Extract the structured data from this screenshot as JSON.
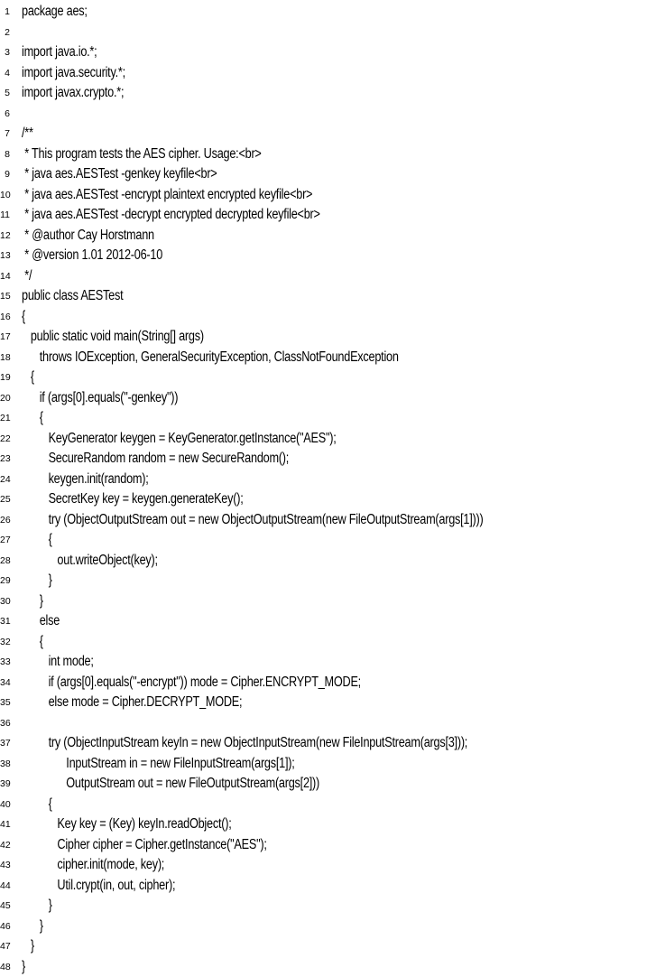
{
  "code": {
    "lines": [
      {
        "num": "1",
        "text": "package aes;"
      },
      {
        "num": "2",
        "text": ""
      },
      {
        "num": "3",
        "text": "import java.io.*;"
      },
      {
        "num": "4",
        "text": "import java.security.*;"
      },
      {
        "num": "5",
        "text": "import javax.crypto.*;"
      },
      {
        "num": "6",
        "text": ""
      },
      {
        "num": "7",
        "text": "/**"
      },
      {
        "num": "8",
        "text": " * This program tests the AES cipher. Usage:<br>"
      },
      {
        "num": "9",
        "text": " * java aes.AESTest -genkey keyfile<br>"
      },
      {
        "num": "10",
        "text": " * java aes.AESTest -encrypt plaintext encrypted keyfile<br>"
      },
      {
        "num": "11",
        "text": " * java aes.AESTest -decrypt encrypted decrypted keyfile<br>"
      },
      {
        "num": "12",
        "text": " * @author Cay Horstmann"
      },
      {
        "num": "13",
        "text": " * @version 1.01 2012-06-10"
      },
      {
        "num": "14",
        "text": " */"
      },
      {
        "num": "15",
        "text": "public class AESTest"
      },
      {
        "num": "16",
        "text": "{"
      },
      {
        "num": "17",
        "text": "   public static void main(String[] args)"
      },
      {
        "num": "18",
        "text": "      throws IOException, GeneralSecurityException, ClassNotFoundException"
      },
      {
        "num": "19",
        "text": "   {"
      },
      {
        "num": "20",
        "text": "      if (args[0].equals(\"-genkey\"))"
      },
      {
        "num": "21",
        "text": "      {"
      },
      {
        "num": "22",
        "text": "         KeyGenerator keygen = KeyGenerator.getInstance(\"AES\");"
      },
      {
        "num": "23",
        "text": "         SecureRandom random = new SecureRandom();"
      },
      {
        "num": "24",
        "text": "         keygen.init(random);"
      },
      {
        "num": "25",
        "text": "         SecretKey key = keygen.generateKey();"
      },
      {
        "num": "26",
        "text": "         try (ObjectOutputStream out = new ObjectOutputStream(new FileOutputStream(args[1])))"
      },
      {
        "num": "27",
        "text": "         {"
      },
      {
        "num": "28",
        "text": "            out.writeObject(key);"
      },
      {
        "num": "29",
        "text": "         }"
      },
      {
        "num": "30",
        "text": "      }"
      },
      {
        "num": "31",
        "text": "      else"
      },
      {
        "num": "32",
        "text": "      {"
      },
      {
        "num": "33",
        "text": "         int mode;"
      },
      {
        "num": "34",
        "text": "         if (args[0].equals(\"-encrypt\")) mode = Cipher.ENCRYPT_MODE;"
      },
      {
        "num": "35",
        "text": "         else mode = Cipher.DECRYPT_MODE;"
      },
      {
        "num": "36",
        "text": ""
      },
      {
        "num": "37",
        "text": "         try (ObjectInputStream keyIn = new ObjectInputStream(new FileInputStream(args[3]));"
      },
      {
        "num": "38",
        "text": "               InputStream in = new FileInputStream(args[1]);"
      },
      {
        "num": "39",
        "text": "               OutputStream out = new FileOutputStream(args[2]))"
      },
      {
        "num": "40",
        "text": "         {"
      },
      {
        "num": "41",
        "text": "            Key key = (Key) keyIn.readObject();"
      },
      {
        "num": "42",
        "text": "            Cipher cipher = Cipher.getInstance(\"AES\");"
      },
      {
        "num": "43",
        "text": "            cipher.init(mode, key);"
      },
      {
        "num": "44",
        "text": "            Util.crypt(in, out, cipher);"
      },
      {
        "num": "45",
        "text": "         }"
      },
      {
        "num": "46",
        "text": "      }"
      },
      {
        "num": "47",
        "text": "   }"
      },
      {
        "num": "48",
        "text": "}"
      }
    ]
  }
}
